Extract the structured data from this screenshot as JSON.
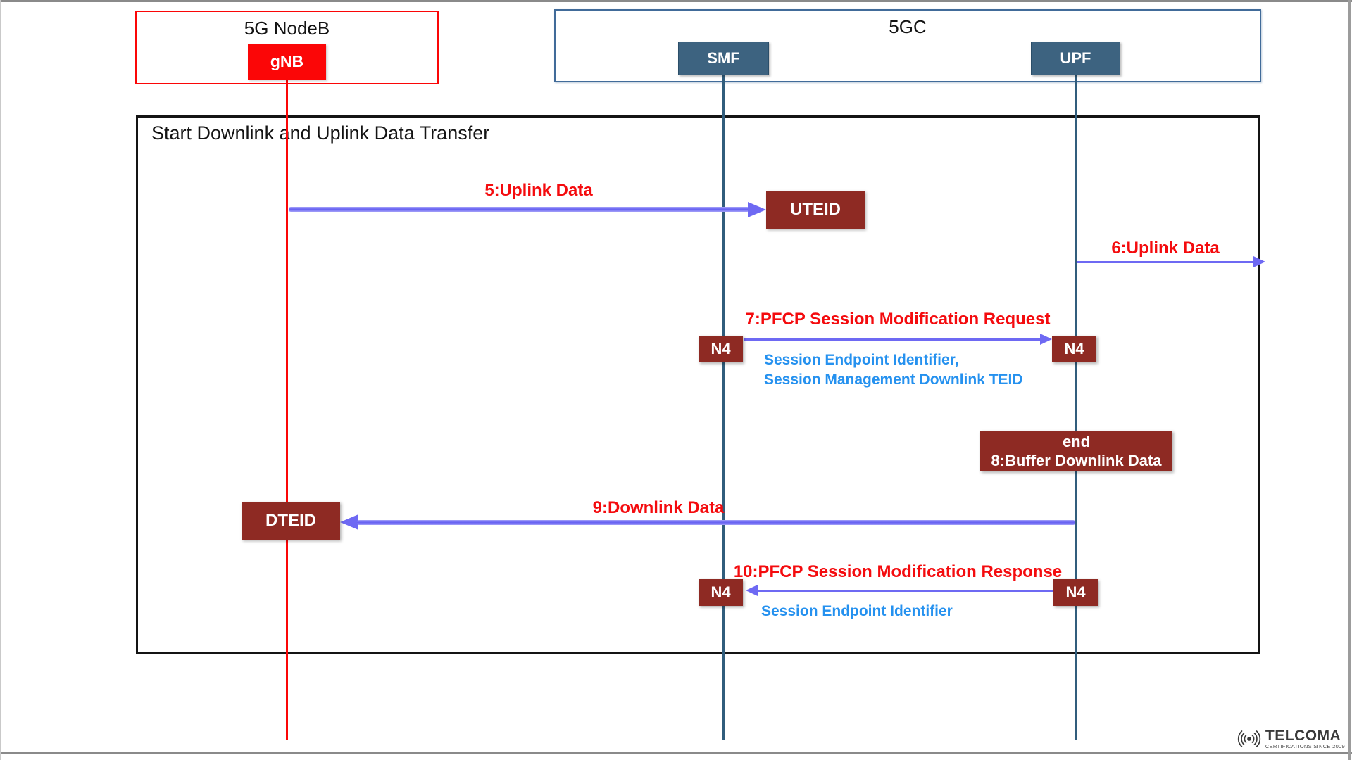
{
  "actors": {
    "nodeb": {
      "title": "5G NodeB",
      "gnb": "gNB"
    },
    "core": {
      "title": "5GC",
      "smf": "SMF",
      "upf": "UPF"
    }
  },
  "frame": {
    "title": "Start Downlink and Uplink Data Transfer"
  },
  "messages": {
    "m5": {
      "label": "5:Uplink Data",
      "endpoint": "UTEID"
    },
    "m6": {
      "label": "6:Uplink Data"
    },
    "m7": {
      "label": "7:PFCP Session Modification Request",
      "port_from": "N4",
      "port_to": "N4",
      "param1": "Session Endpoint Identifier,",
      "param2": "Session Management Downlink TEID"
    },
    "m8": {
      "line1": "end",
      "line2": "8:Buffer Downlink Data"
    },
    "m9": {
      "label": "9:Downlink Data",
      "endpoint": "DTEID"
    },
    "m10": {
      "label": "10:PFCP Session Modification Response",
      "port_from": "N4",
      "port_to": "N4",
      "param1": "Session Endpoint Identifier"
    }
  },
  "logo": {
    "brand": "TELCOMA",
    "tagline": "CERTIFICATIONS SINCE 2009"
  },
  "colors": {
    "red": "#fb0607",
    "label_red": "#f40b0e",
    "maroon": "#8e2a23",
    "steel_box": "#3d6380",
    "steel_lifeline": "#315d7c",
    "core_border": "#416b99",
    "arrow_blue": "#6e69f3",
    "param_blue": "#2591ef",
    "frame_border": "#141414"
  }
}
